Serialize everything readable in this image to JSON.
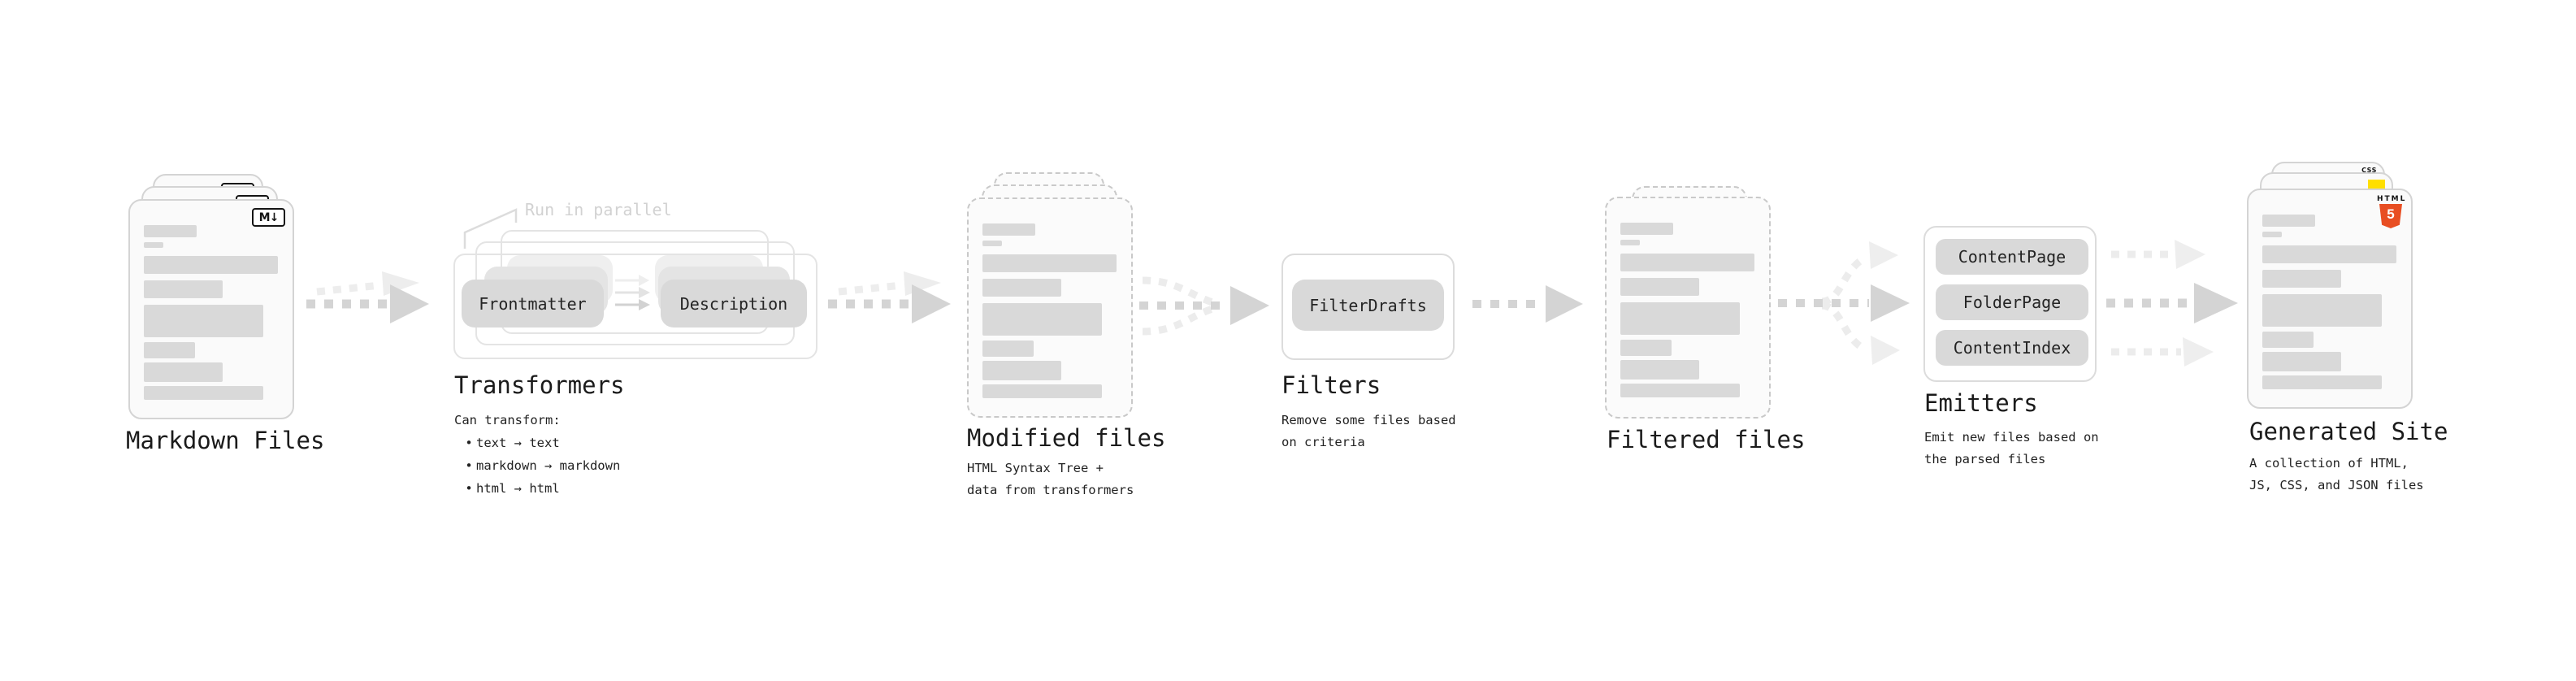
{
  "stages": {
    "markdown_files": {
      "label": "Markdown Files"
    },
    "transformers": {
      "label": "Transformers",
      "callout": "Run in parallel",
      "node_left": "Frontmatter",
      "node_right": "Description",
      "desc_title": "Can transform:",
      "bullet_char": "•",
      "bullets": [
        "text → text",
        "markdown → markdown",
        "html → html"
      ]
    },
    "modified_files": {
      "label": "Modified files",
      "sublabel": "HTML Syntax Tree +\ndata from transformers"
    },
    "filters": {
      "label": "Filters",
      "node": "FilterDrafts",
      "sublabel": "Remove some files based\non criteria"
    },
    "filtered_files": {
      "label": "Filtered files"
    },
    "emitters": {
      "label": "Emitters",
      "nodes": [
        "ContentPage",
        "FolderPage",
        "ContentIndex"
      ],
      "sublabel": "Emit new files based on\nthe parsed files"
    },
    "generated_site": {
      "label": "Generated Site",
      "sublabel": "A collection of HTML,\nJS, CSS, and JSON files"
    }
  },
  "icons": {
    "markdown_mark": "M↓",
    "html_word": "HTML",
    "html_number": "5",
    "css_label": "CSS"
  },
  "colors": {
    "html5_orange": "#e84e22",
    "js_yellow": "#ffdf00",
    "css_blue": "#2862e9"
  }
}
